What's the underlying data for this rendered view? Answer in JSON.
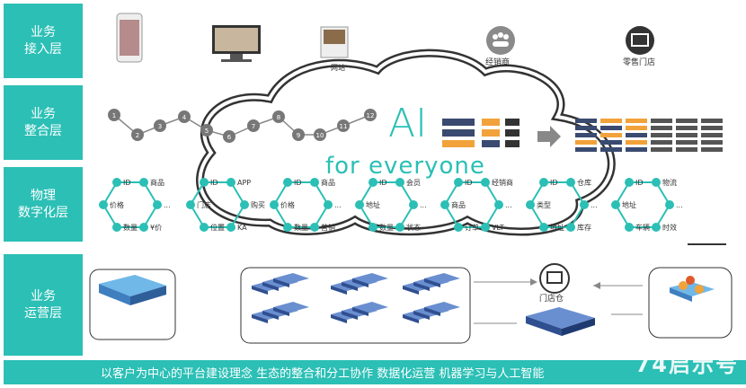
{
  "layers": [
    {
      "name": "layer-business-access",
      "text": "业务\n接入层"
    },
    {
      "name": "layer-business-integration",
      "text": "业务\n整合层"
    },
    {
      "name": "layer-physical-digital",
      "text": "物理\n数字化层"
    },
    {
      "name": "layer-business-operation",
      "text": "业务\n运营层"
    }
  ],
  "access": {
    "web_label": "网站",
    "dealer_label": "经销商",
    "store_label": "零售门店"
  },
  "integration": {
    "steps": [
      "1",
      "2",
      "3",
      "4",
      "5",
      "6",
      "7",
      "8",
      "9",
      "10",
      "11",
      "12"
    ]
  },
  "ai": {
    "title": "AI",
    "subtitle": "for everyone"
  },
  "hex_groups": [
    {
      "id": "ID",
      "a": "商品",
      "b": "价格",
      "c": "数量",
      "d": "¥价",
      "e": "..."
    },
    {
      "id": "ID",
      "a": "APP",
      "b": "门店",
      "c": "位置",
      "d": "KA",
      "e": "购买"
    },
    {
      "id": "ID",
      "a": "商品",
      "b": "价格",
      "c": "数量",
      "d": "营销",
      "e": "..."
    },
    {
      "id": "ID",
      "a": "会员",
      "b": "地址",
      "c": "数量",
      "d": "状态",
      "e": "..."
    },
    {
      "id": "ID",
      "a": "经销商",
      "b": "商品",
      "c": "订单",
      "d": "VLT",
      "e": "..."
    },
    {
      "id": "ID",
      "a": "仓库",
      "b": "类型",
      "c": "地址",
      "d": "库存",
      "e": "..."
    },
    {
      "id": "ID",
      "a": "物流",
      "b": "地址",
      "c": "车辆",
      "d": "时效",
      "e": "..."
    }
  ],
  "operation": {
    "store_label": "门店仓"
  },
  "footer": {
    "text": "以客户为中心的平台建设理念  生态的整合和分工协作  数据化运营  机器学习与人工智能"
  },
  "watermark": "74启示号",
  "colors": {
    "accent": "#2bbfb5",
    "orange": "#f2a23a",
    "gray": "#9a9a9a"
  }
}
